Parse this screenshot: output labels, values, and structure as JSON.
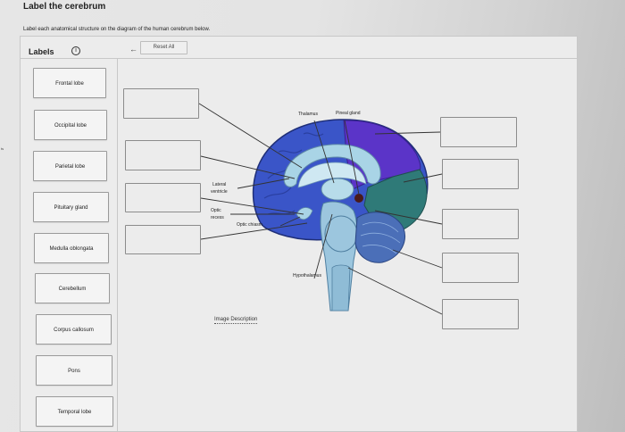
{
  "page": {
    "title": "Label the cerebrum",
    "instructions": "Label each anatomical structure on the diagram of the human cerebrum below.",
    "edge_mark": "ts"
  },
  "toolbar": {
    "labels_title": "Labels",
    "info_glyph": "i",
    "back_glyph": "←",
    "reset_label": "Reset All"
  },
  "labels": [
    "Frontal lobe",
    "Occipital lobe",
    "Parietal lobe",
    "Pituitary gland",
    "Medulla oblongata",
    "Cerebellum",
    "Corpus callosum",
    "Pons",
    "Temporal lobe"
  ],
  "diagram": {
    "structures": {
      "thalamus": "Thalamus",
      "pineal": "Pineal gland",
      "lateral_ventricle_1": "Lateral",
      "lateral_ventricle_2": "ventricle",
      "optic_recess_1": "Optic",
      "optic_recess_2": "recess",
      "optic_chiasm": "Optic chiasm",
      "hypothalamus": "Hypothalamus"
    },
    "image_description_link": "Image Description"
  },
  "colors": {
    "cortex_blue": "#3a55c8",
    "parietal_purple": "#5b34c8",
    "occipital_teal": "#2f7a78",
    "ventricle_light": "#a9d4e6",
    "brainstem": "#9cc6de",
    "cerebellum": "#4b6fb8"
  }
}
